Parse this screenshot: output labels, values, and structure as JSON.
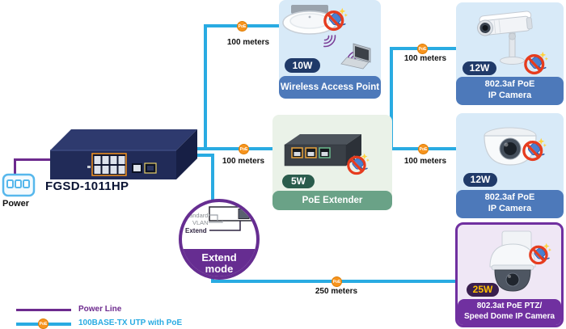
{
  "colors": {
    "utp_cable": "#29abe2",
    "power_cable": "#6d2a8e",
    "poe_marker": "#f7941e",
    "blue_panel_bg": "#d8eaf8",
    "blue_panel_bar": "#4d79ba",
    "green_panel_bg": "#eaf2e8",
    "green_panel_bar": "#6aa287",
    "purple_panel_bg": "#efe7f5",
    "purple_accent": "#7030a0",
    "navy_badge": "#203a69",
    "green_badge": "#2a5c4c",
    "purple_badge": "#3a1f4e",
    "badge_yellow_text": "#ffc000"
  },
  "switch": {
    "model": "FGSD-1011HP",
    "power_label": "Power"
  },
  "poe_marker_label": "PoE",
  "panels": {
    "wap": {
      "badge": "10W",
      "title": "Wireless Access Point"
    },
    "camera_top": {
      "badge": "12W",
      "line1": "802.3af PoE",
      "line2": "IP Camera"
    },
    "extender": {
      "badge": "5W",
      "title": "PoE Extender"
    },
    "camera_mid": {
      "badge": "12W",
      "line1": "802.3af PoE",
      "line2": "IP Camera"
    },
    "ptz": {
      "badge": "25W",
      "line1": "802.3at PoE PTZ/",
      "line2": "Speed Dome IP Camera"
    }
  },
  "distances": {
    "switch_to_wap": "100 meters",
    "switch_to_extender": "100 meters",
    "extender_to_camera_top": "100 meters",
    "extender_to_camera_mid": "100 meters",
    "switch_to_ptz": "250 meters"
  },
  "extend_mode": {
    "dip_labels": [
      "Standard",
      "VLAN",
      "Extend"
    ],
    "line1": "Extend",
    "line2": "mode"
  },
  "legend": {
    "power": "Power Line",
    "utp": "100BASE-TX UTP with PoE"
  }
}
